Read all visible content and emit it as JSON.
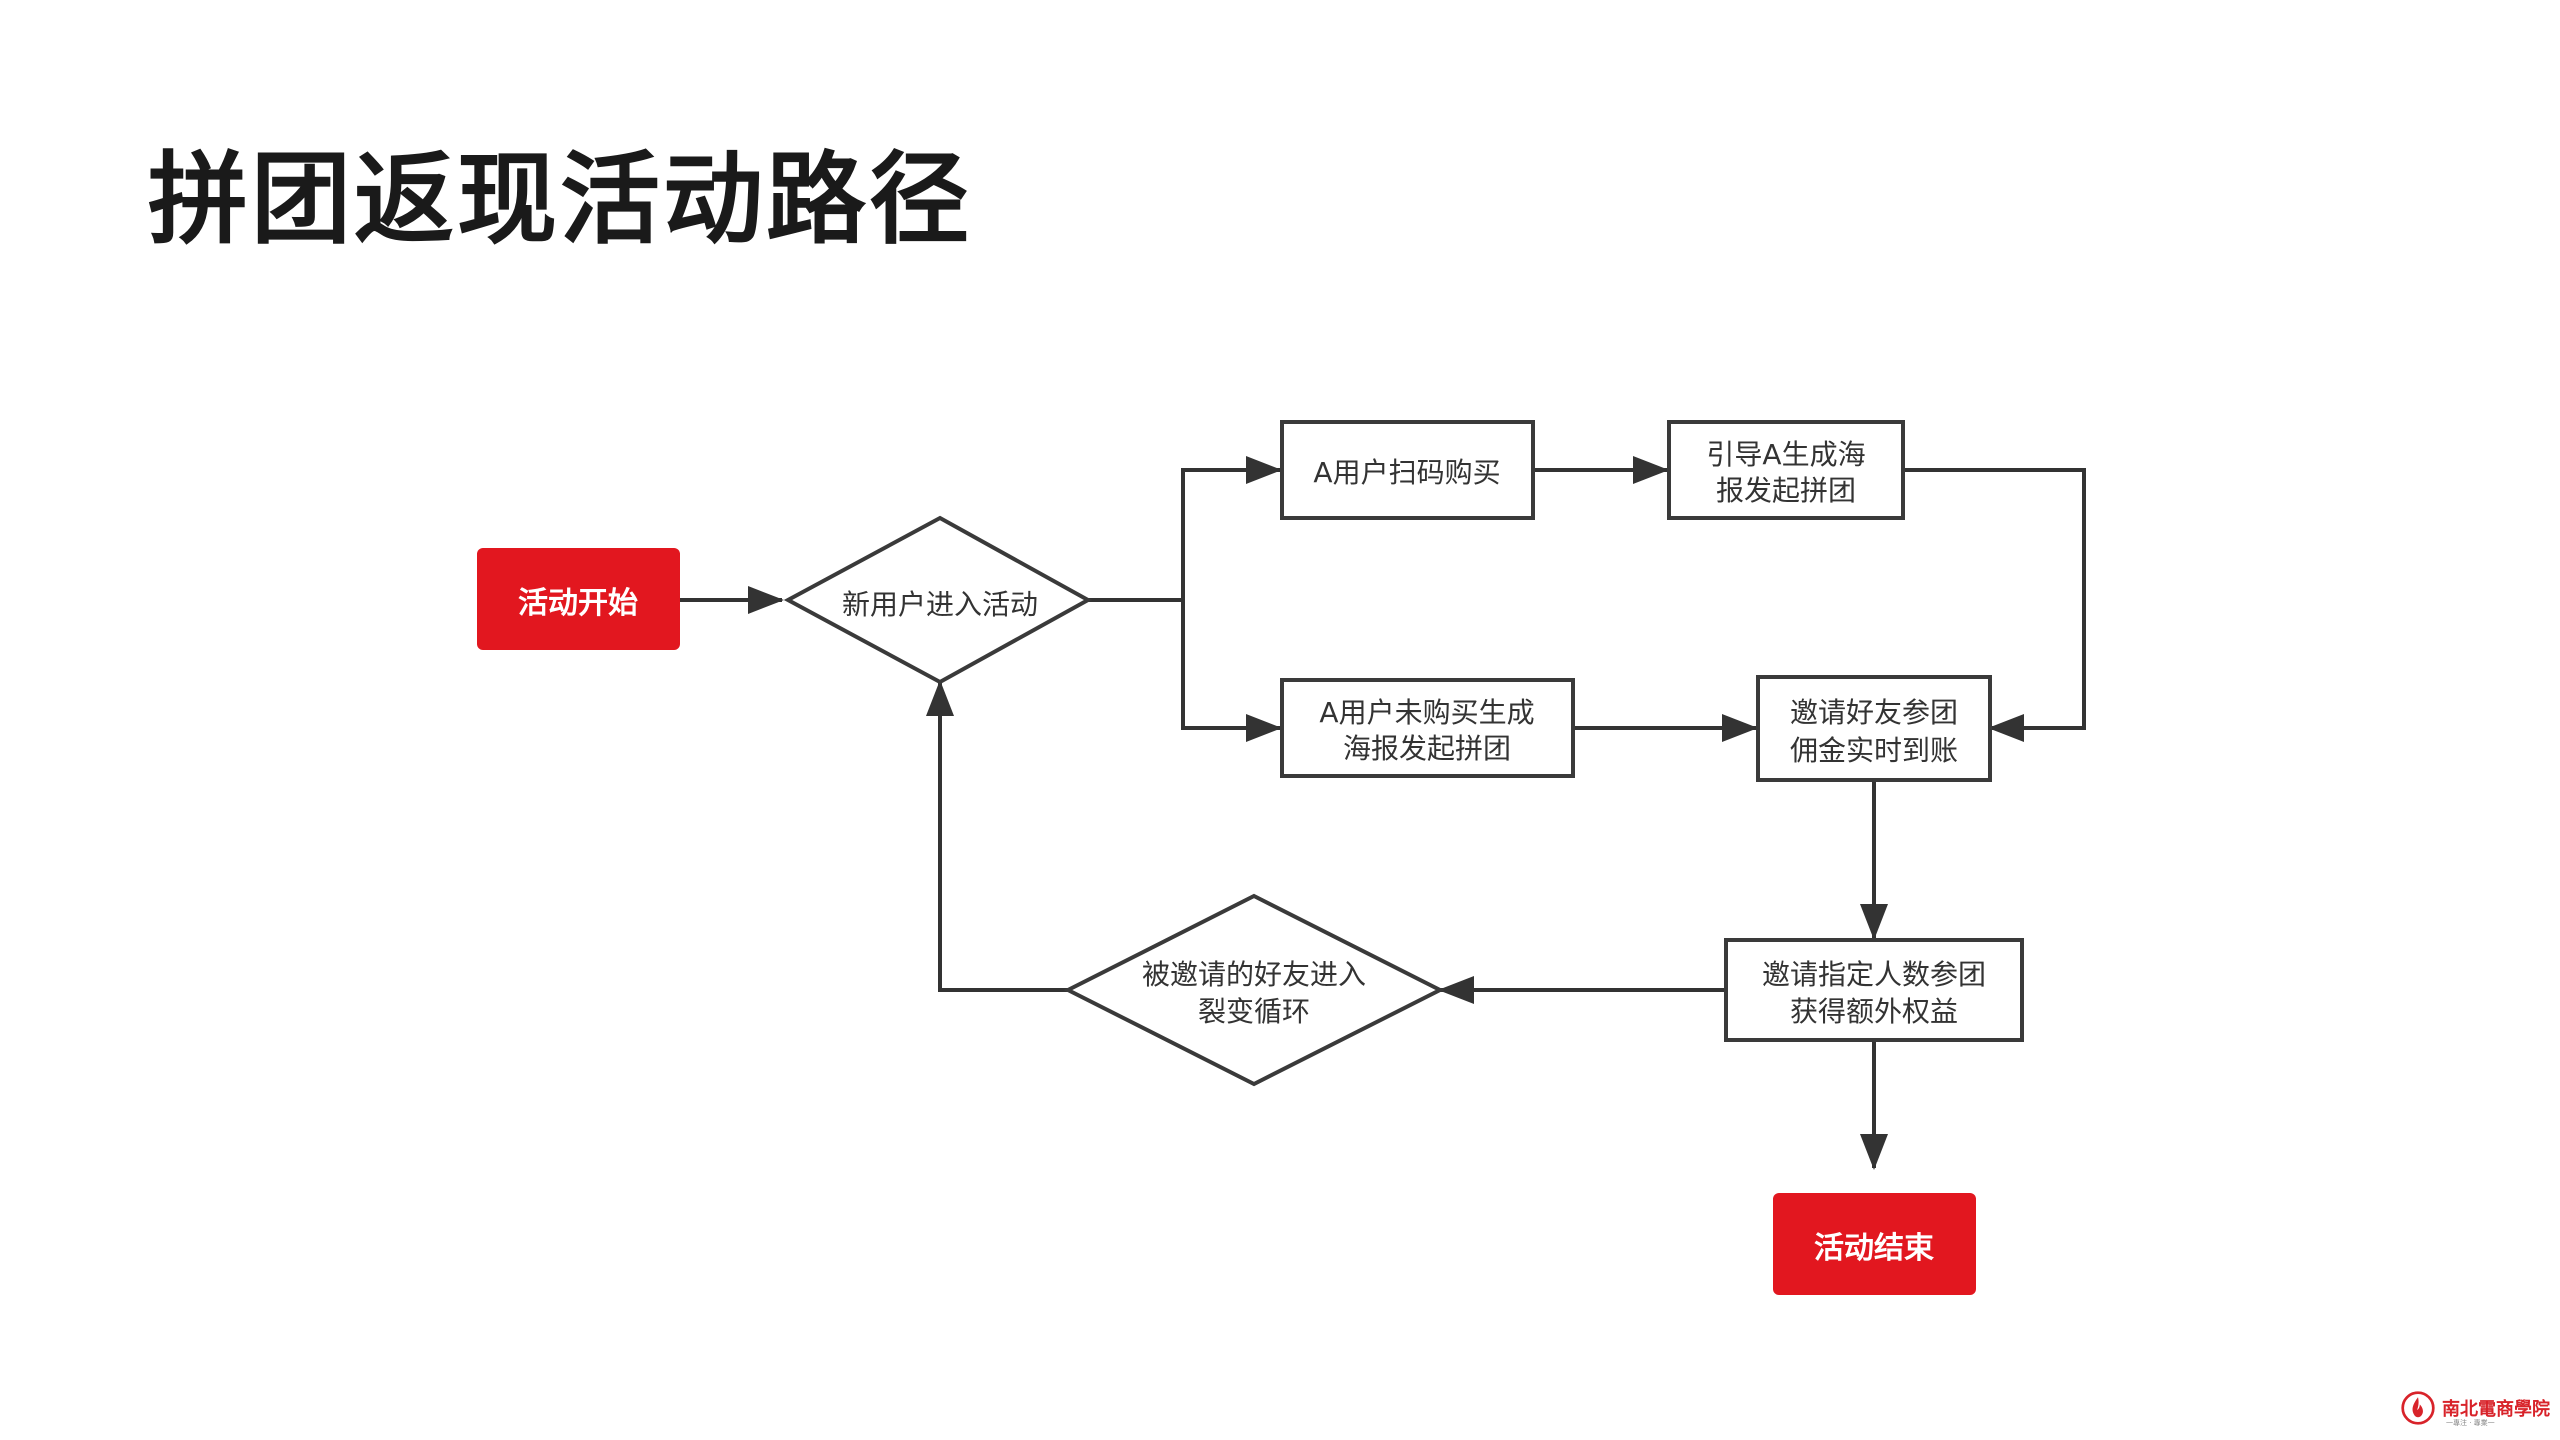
{
  "page": {
    "title": "拼团返现活动路径"
  },
  "colors": {
    "terminal_fill": "#e2171f",
    "terminal_text": "#ffffff",
    "node_stroke": "#3a3a3a",
    "node_text": "#333333",
    "edge": "#333333",
    "brand": "#d8232a"
  },
  "diagram": {
    "nodes": {
      "start": {
        "label": "活动开始",
        "shape": "terminal"
      },
      "new_user": {
        "label": "新用户进入活动",
        "shape": "decision"
      },
      "scan_buy": {
        "label": "A用户扫码购买",
        "shape": "process"
      },
      "guide_poster": {
        "lines": [
          "引导A生成海",
          "报发起拼团"
        ],
        "shape": "process"
      },
      "no_buy_poster": {
        "lines": [
          "A用户未购买生成",
          "海报发起拼团"
        ],
        "shape": "process"
      },
      "invite_commission": {
        "lines": [
          "邀请好友参团",
          "佣金实时到账"
        ],
        "shape": "process"
      },
      "invite_count": {
        "lines": [
          "邀请指定人数参团",
          "获得额外权益"
        ],
        "shape": "process"
      },
      "friend_loop": {
        "lines": [
          "被邀请的好友进入",
          "裂变循环"
        ],
        "shape": "decision"
      },
      "end": {
        "label": "活动结束",
        "shape": "terminal"
      }
    },
    "edges": [
      {
        "from": "start",
        "to": "new_user"
      },
      {
        "from": "new_user",
        "to": "scan_buy"
      },
      {
        "from": "new_user",
        "to": "no_buy_poster"
      },
      {
        "from": "scan_buy",
        "to": "guide_poster"
      },
      {
        "from": "guide_poster",
        "to": "invite_commission"
      },
      {
        "from": "no_buy_poster",
        "to": "invite_commission"
      },
      {
        "from": "invite_commission",
        "to": "invite_count"
      },
      {
        "from": "invite_count",
        "to": "friend_loop"
      },
      {
        "from": "invite_count",
        "to": "end"
      },
      {
        "from": "friend_loop",
        "to": "new_user"
      }
    ]
  },
  "brand": {
    "name": "南北電商學院",
    "tagline": "一專注 · 專業一",
    "logo_icon": "red-flame-seal-icon"
  }
}
